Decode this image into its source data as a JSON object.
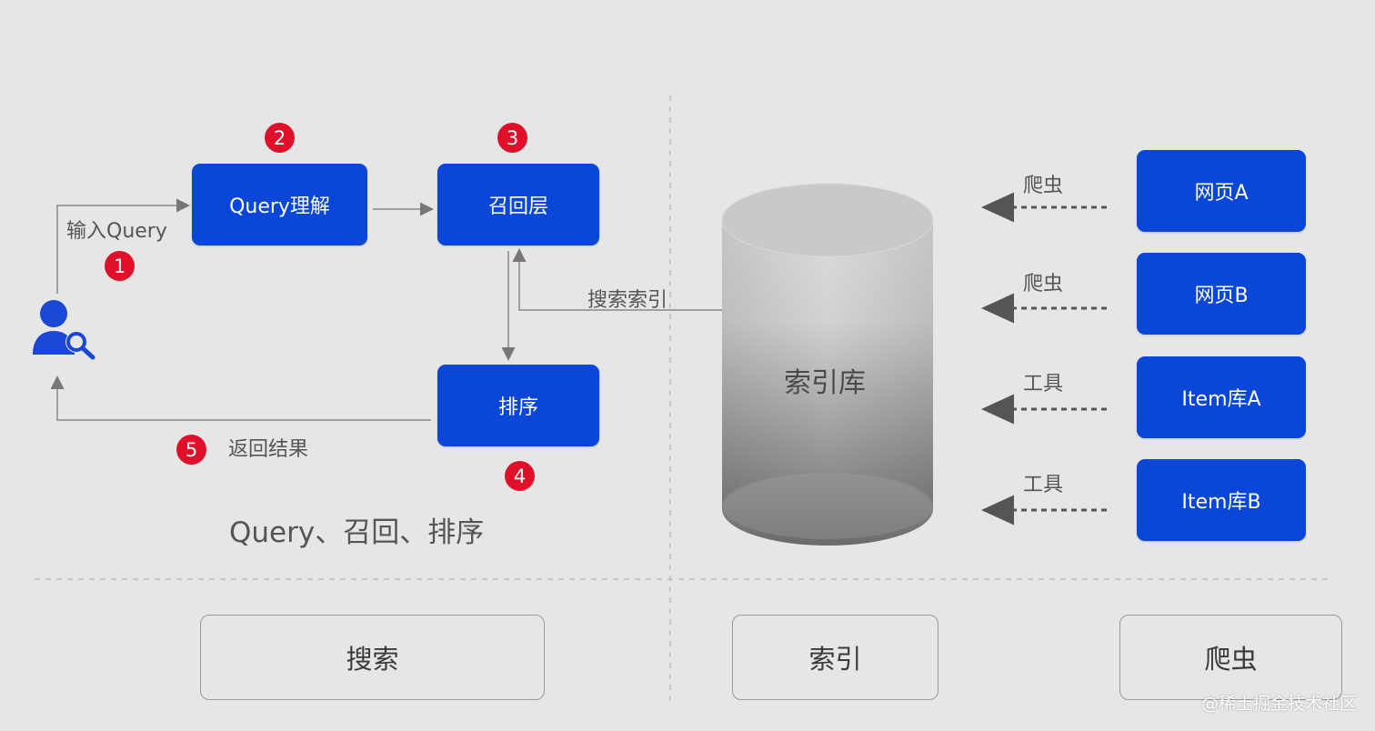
{
  "search_flow": {
    "user_icon": "user-search-icon",
    "query_box": "Query理解",
    "recall_box": "召回层",
    "rank_box": "排序",
    "input_label": "输入Query",
    "return_label": "返回结果",
    "search_index_label": "搜索索引",
    "caption": "Query、召回、排序",
    "steps": [
      "1",
      "2",
      "3",
      "4",
      "5"
    ]
  },
  "index_db": {
    "label": "索引库"
  },
  "crawler": {
    "sources": [
      "网页A",
      "网页B",
      "Item库A",
      "Item库B"
    ],
    "arrow_labels": [
      "爬虫",
      "爬虫",
      "工具",
      "工具"
    ]
  },
  "footer": {
    "search": "搜索",
    "index": "索引",
    "crawler": "爬虫"
  },
  "watermark": "@稀土掘金技术社区",
  "colors": {
    "box_blue": "#0a47d9",
    "badge_red": "#e0102a",
    "background": "#e6e6e6"
  }
}
